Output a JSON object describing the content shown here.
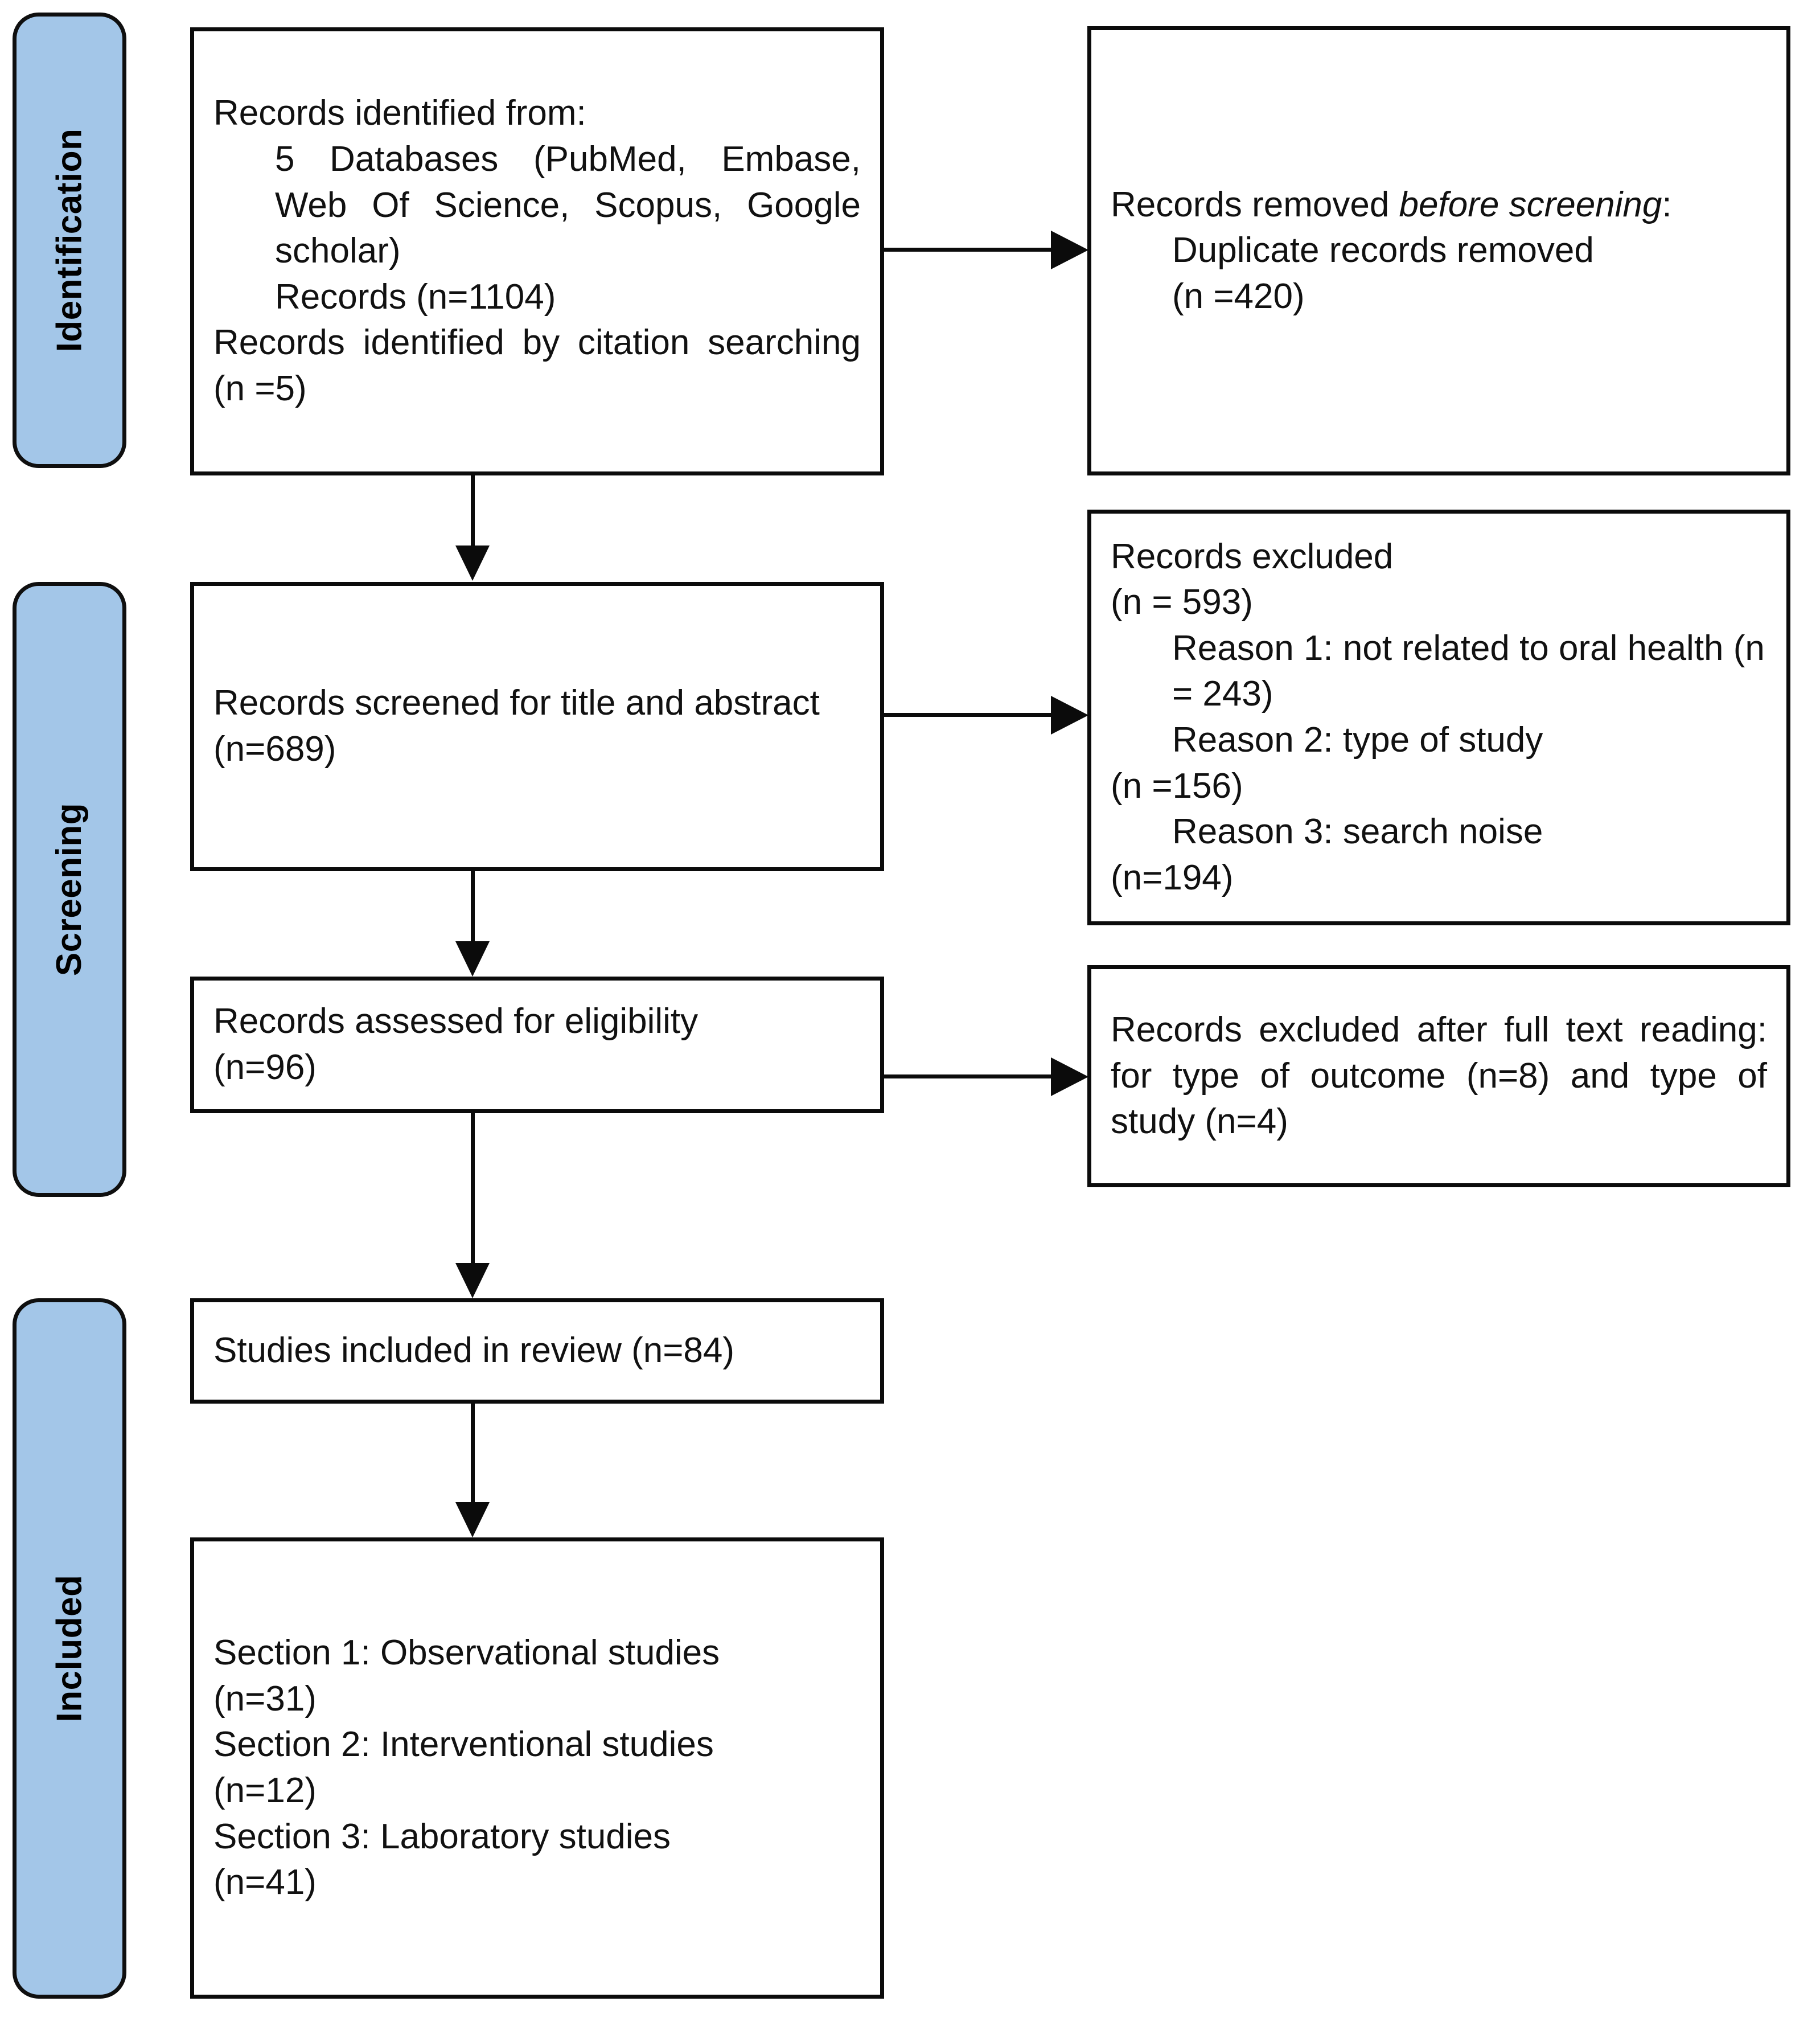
{
  "diagram": {
    "title": "PRISMA 2020 flow diagram",
    "accent_blue": "#a3c6e8",
    "line_color": "#0b0b0b",
    "background": "#ffffff"
  },
  "stages": [
    {
      "id": "identification",
      "label": "Identification"
    },
    {
      "id": "screening",
      "label": "Screening"
    },
    {
      "id": "included",
      "label": "Included"
    }
  ],
  "boxes": {
    "identified": {
      "line1": "Records identified from:",
      "line2": "5 Databases (PubMed, Embase, Web Of Science, Scopus, Google scholar)",
      "line3": "Records (n=1104)",
      "line4": "Records identified by citation searching (n =5)"
    },
    "removed": {
      "line1_a": "Records removed ",
      "line1_b": "before screening",
      "line1_c": ":",
      "line2": "Duplicate records removed",
      "line3": "(n =420)"
    },
    "screened": {
      "line1": "Records screened for title and abstract",
      "line2": "(n=689)"
    },
    "excluded_screening": {
      "line1": "Records excluded",
      "line2": "(n = 593)",
      "line3": "Reason 1: not related to oral health (n = 243)",
      "line4": "Reason 2: type of study",
      "line5": "(n =156)",
      "line6": "Reason 3: search noise",
      "line7": "(n=194)"
    },
    "eligibility": {
      "line1": "Records assessed for eligibility",
      "line2": "(n=96)"
    },
    "excluded_fulltext": {
      "line1": "Records excluded after full text reading: for type of outcome (n=8) and type of study (n=4)"
    },
    "included_review": {
      "line1": "Studies included in review (n=84)"
    },
    "sections": {
      "line1": "Section 1: Observational studies",
      "line2": "(n=31)",
      "line3": "Section 2: Interventional studies",
      "line4": "(n=12)",
      "line5": "Section 3: Laboratory studies",
      "line6": "(n=41)"
    }
  },
  "chart_data": {
    "type": "table",
    "title": "PRISMA 2020 study selection flow",
    "nodes": [
      {
        "stage": "Identification",
        "label": "Records identified from 5 Databases (PubMed, Embase, Web Of Science, Scopus, Google scholar)",
        "n": 1104
      },
      {
        "stage": "Identification",
        "label": "Records identified by citation searching",
        "n": 5
      },
      {
        "stage": "Identification",
        "label": "Duplicate records removed before screening",
        "n": 420
      },
      {
        "stage": "Screening",
        "label": "Records screened for title and abstract",
        "n": 689
      },
      {
        "stage": "Screening",
        "label": "Records excluded",
        "n": 593
      },
      {
        "stage": "Screening",
        "label": "Reason 1: not related to oral health",
        "n": 243
      },
      {
        "stage": "Screening",
        "label": "Reason 2: type of study",
        "n": 156
      },
      {
        "stage": "Screening",
        "label": "Reason 3: search noise",
        "n": 194
      },
      {
        "stage": "Screening",
        "label": "Records assessed for eligibility",
        "n": 96
      },
      {
        "stage": "Screening",
        "label": "Records excluded after full text reading: for type of outcome",
        "n": 8
      },
      {
        "stage": "Screening",
        "label": "Records excluded after full text reading: and type of study",
        "n": 4
      },
      {
        "stage": "Included",
        "label": "Studies included in review",
        "n": 84
      },
      {
        "stage": "Included",
        "label": "Section 1: Observational studies",
        "n": 31
      },
      {
        "stage": "Included",
        "label": "Section 2: Interventional studies",
        "n": 12
      },
      {
        "stage": "Included",
        "label": "Section 3: Laboratory studies",
        "n": 41
      }
    ]
  }
}
